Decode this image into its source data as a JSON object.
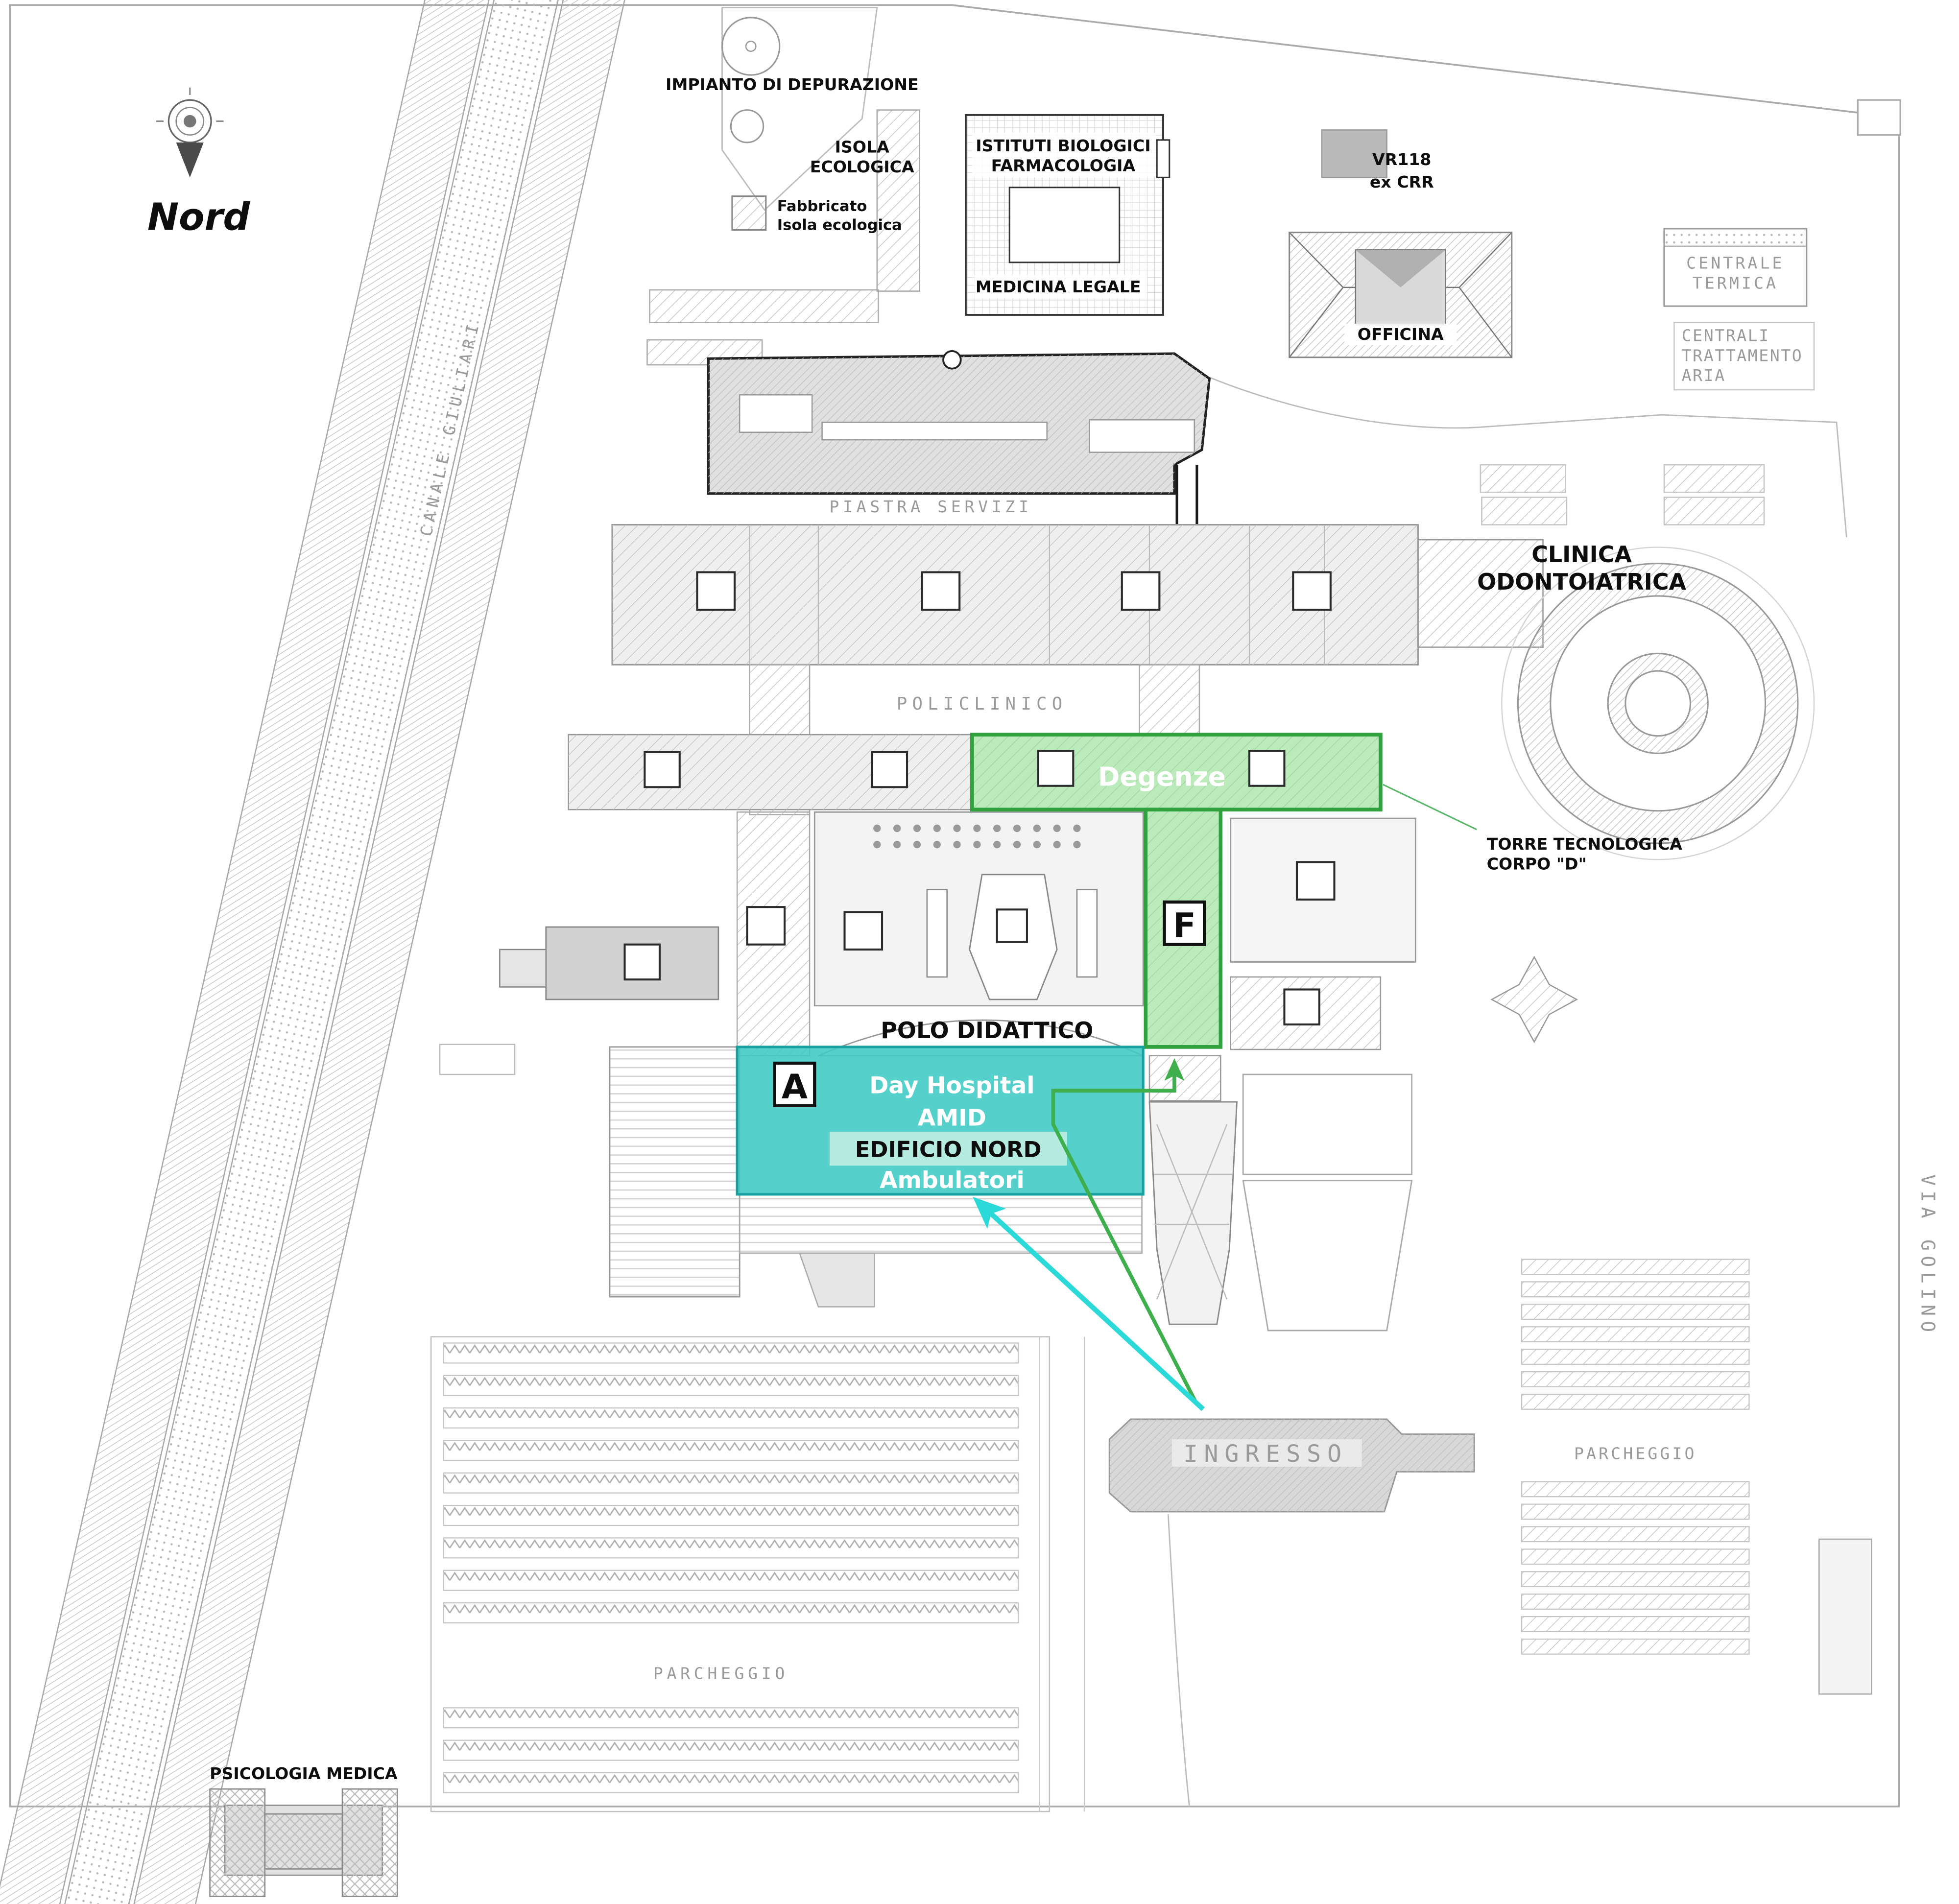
{
  "colors": {
    "highlight_green_fill": "#90dd8e",
    "highlight_green_stroke": "#2fa23e",
    "highlight_teal_fill": "#3ec9c4",
    "highlight_teal_badge": "#b5ecdf",
    "arrow_cyan": "#2bd9d9",
    "arrow_green": "#3fae4c"
  },
  "labels": {
    "nord": "Nord",
    "canale_giuliari": "CANALE GIULIARI",
    "impianto_depurazione": "IMPIANTO DI DEPURAZIONE",
    "isola_ecologica_1": "ISOLA",
    "isola_ecologica_2": "ECOLOGICA",
    "fabbricato_1": "Fabbricato",
    "fabbricato_2": "Isola ecologica",
    "istituti_1": "ISTITUTI BIOLOGICI",
    "istituti_2": "FARMACOLOGIA",
    "medicina_legale": "MEDICINA LEGALE",
    "vr118_1": "VR118",
    "vr118_2": "ex CRR",
    "officina": "OFFICINA",
    "centrale_termica_1": "CENTRALE",
    "centrale_termica_2": "TERMICA",
    "centrali_aria_1": "CENTRALI",
    "centrali_aria_2": "TRATTAMENTO",
    "centrali_aria_3": "ARIA",
    "piastra_servizi": "PIASTRA SERVIZI",
    "clinica_1": "CLINICA",
    "clinica_2": "ODONTOIATRICA",
    "policlinico": "POLICLINICO",
    "degenze": "Degenze",
    "torre_1": "TORRE TECNOLOGICA",
    "torre_2": "CORPO \"D\"",
    "block_f": "F",
    "polo_didattico": "POLO DIDATTICO",
    "block_a": "A",
    "day_hospital": "Day Hospital",
    "amid": "AMID",
    "edificio_nord": "EDIFICIO NORD",
    "ambulatori": "Ambulatori",
    "ingresso": "INGRESSO",
    "parcheggio_right": "PARCHEGGIO",
    "parcheggio_left": "PARCHEGGIO",
    "via_golino": "VIA GOLINO",
    "psicologia_medica": "PSICOLOGIA MEDICA"
  }
}
